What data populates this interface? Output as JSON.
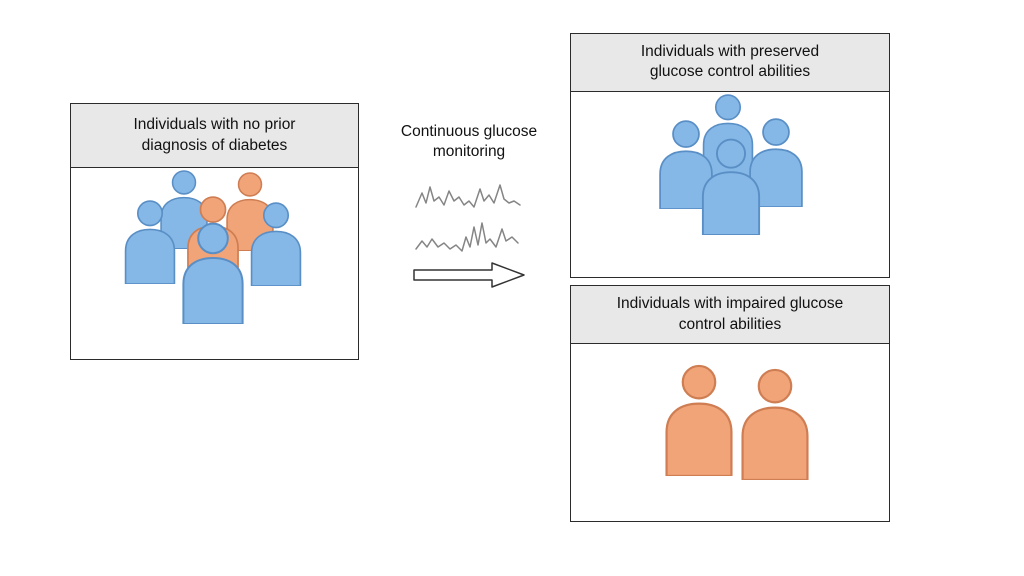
{
  "figure": {
    "left_box": {
      "title": "Individuals with no prior diagnosis of diabetes"
    },
    "middle": {
      "label": "Continuous glucose monitoring"
    },
    "top_right_box": {
      "title": "Individuals with preserved glucose control abilities"
    },
    "bottom_right_box": {
      "title": "Individuals with impaired glucose control abilities"
    },
    "colors": {
      "person_blue": "#85b8e7",
      "person_blue_outline": "#5a8fc6",
      "person_orange": "#f0a478",
      "person_orange_outline": "#cf7d52",
      "header_bg": "#e8e8e8",
      "box_border": "#2b2b2b",
      "trace_gray": "#858585"
    }
  }
}
